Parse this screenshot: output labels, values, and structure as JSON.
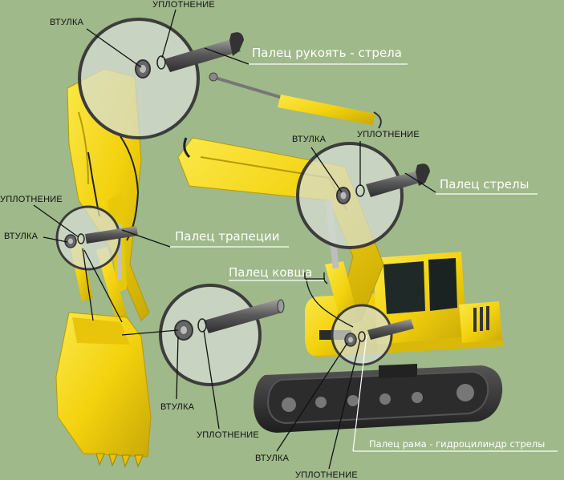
{
  "labels": {
    "bushing": "ВТУЛКА",
    "seal": "УПЛОТНЕНИЕ",
    "pin_arm_boom": "Палец рукоять - стрела",
    "pin_boom": "Палец стрелы",
    "pin_trapezoid": "Палец трапеции",
    "pin_bucket": "Палец ковша",
    "pin_frame_cylinder": "Палец рама - гидроцилиндр стрелы"
  },
  "colors": {
    "background": "#9fb98a",
    "machine_yellow": "#f3d20e",
    "track": "#3a3a3a",
    "pin_gray": "#6b6b6b",
    "callout_line": "#111111",
    "leader_white": "#ffffff"
  }
}
